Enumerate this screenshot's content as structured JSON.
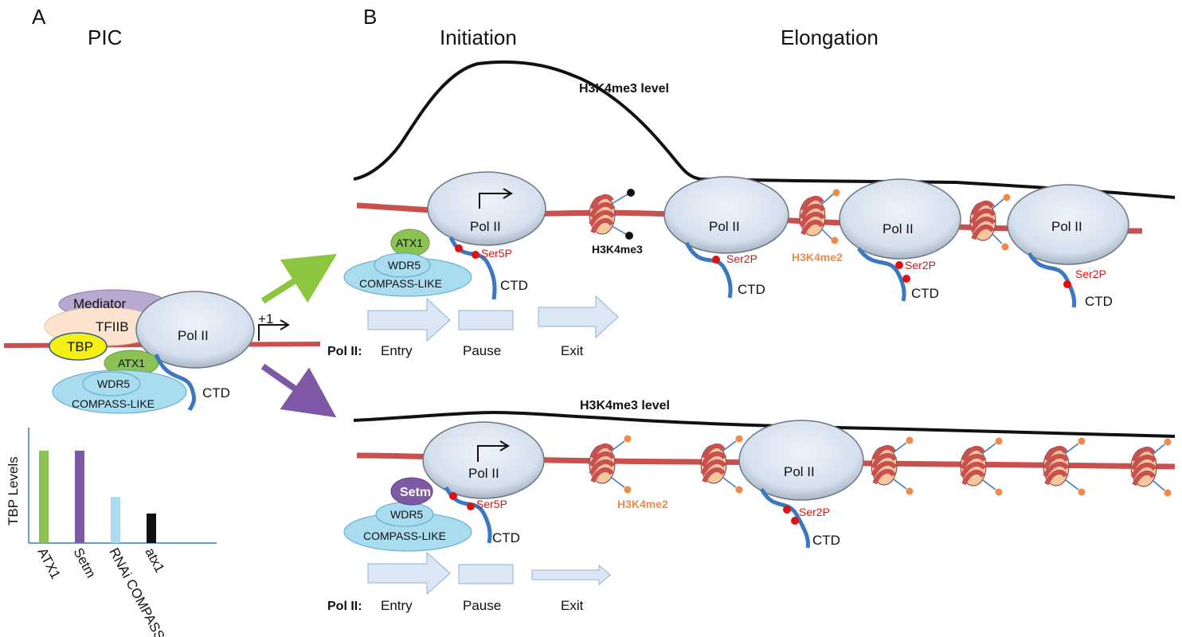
{
  "panels": {
    "a": "A",
    "b": "B"
  },
  "headings": {
    "pic": "PIC",
    "initiation": "Initiation",
    "elongation": "Elongation"
  },
  "pic": {
    "mediator": "Mediator",
    "tfiib": "TFIIB",
    "tbp": "TBP",
    "pol2": "Pol II",
    "atx1": "ATX1",
    "wdr5": "WDR5",
    "compass": "COMPASS-LIKE",
    "ctd": "CTD",
    "tss": "+1"
  },
  "top": {
    "h3k4me3_level": "H3K4me3 level",
    "pol2": "Pol II",
    "atx1": "ATX1",
    "wdr5": "WDR5",
    "compass": "COMPASS-LIKE",
    "ser5p": "Ser5P",
    "ser2p": "Ser2P",
    "ctd": "CTD",
    "h3k4me3": "H3K4me3",
    "h3k4me2": "H3K4me2",
    "pol2_stage": "Pol II:",
    "entry": "Entry",
    "pause": "Pause",
    "exit": "Exit"
  },
  "bottom": {
    "h3k4me3_level": "H3K4me3 level",
    "pol2": "Pol II",
    "setm": "Setm",
    "wdr5": "WDR5",
    "compass": "COMPASS-LIKE",
    "ser5p": "Ser5P",
    "ser2p": "Ser2P",
    "ctd": "CTD",
    "h3k4me2": "H3K4me2",
    "pol2_stage": "Pol II:",
    "entry": "Entry",
    "pause": "Pause",
    "exit": "Exit"
  },
  "colors": {
    "dna": "#c8504e",
    "ctd": "#3b78bf",
    "pol2_fill": "#dfe9f5",
    "mediator": "#b9a8d2",
    "tfiib": "#fbe3d0",
    "tbp": "#f5ef14",
    "atx1": "#8cc153",
    "setm": "#7e5aa6",
    "wdr5": "#a8dcee",
    "arrow_green": "#8cc63f",
    "arrow_purple": "#7e57a6",
    "ser_red": "#e01010",
    "me_orange": "#f0894a",
    "flow_arrow": "#dbe7f4"
  },
  "chart_data": {
    "type": "bar",
    "ylabel": "TBP Levels",
    "categories": [
      "ATX1",
      "Setm",
      "RNAi COMPASS-like",
      "atx1"
    ],
    "values": [
      100,
      100,
      50,
      32
    ],
    "colors": [
      "#8cc153",
      "#7e5aa6",
      "#a8dcee",
      "#111111"
    ],
    "ylim": [
      0,
      125
    ]
  }
}
